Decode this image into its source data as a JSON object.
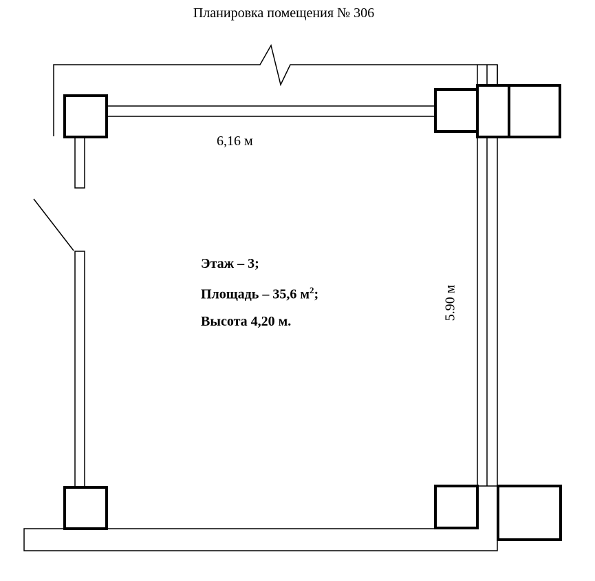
{
  "title": "Планировка помещения № 306",
  "dimensions": {
    "width": "6,16 м",
    "height": "5.90 м"
  },
  "info": {
    "floor": "Этаж – 3;",
    "area_prefix": "Площадь – 35,6 м",
    "area_sup": "2",
    "area_suffix": ";",
    "ceiling": "Высота 4,20 м."
  }
}
